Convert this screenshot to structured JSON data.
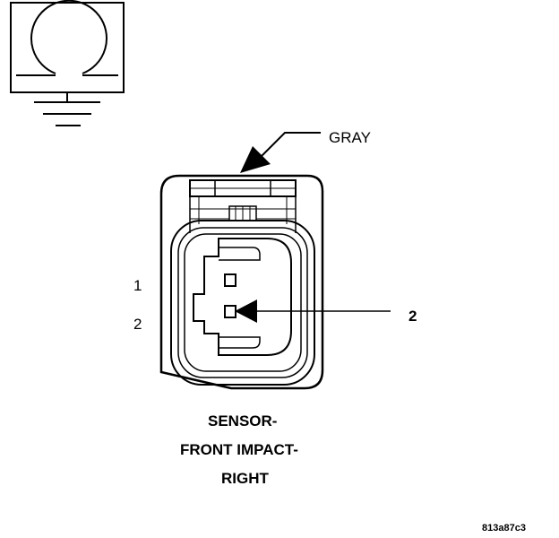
{
  "connector": {
    "color_label": "GRAY",
    "pin_labels": [
      "1",
      "2"
    ],
    "callout_label": "2"
  },
  "caption": {
    "line1": "SENSOR-",
    "line2": "FRONT IMPACT-",
    "line3": "RIGHT"
  },
  "figure_id": "813a87c3",
  "icons": {
    "symbol": "sensor-ground-symbol-icon"
  },
  "colors": {
    "ink": "#000000",
    "background": "#ffffff"
  }
}
